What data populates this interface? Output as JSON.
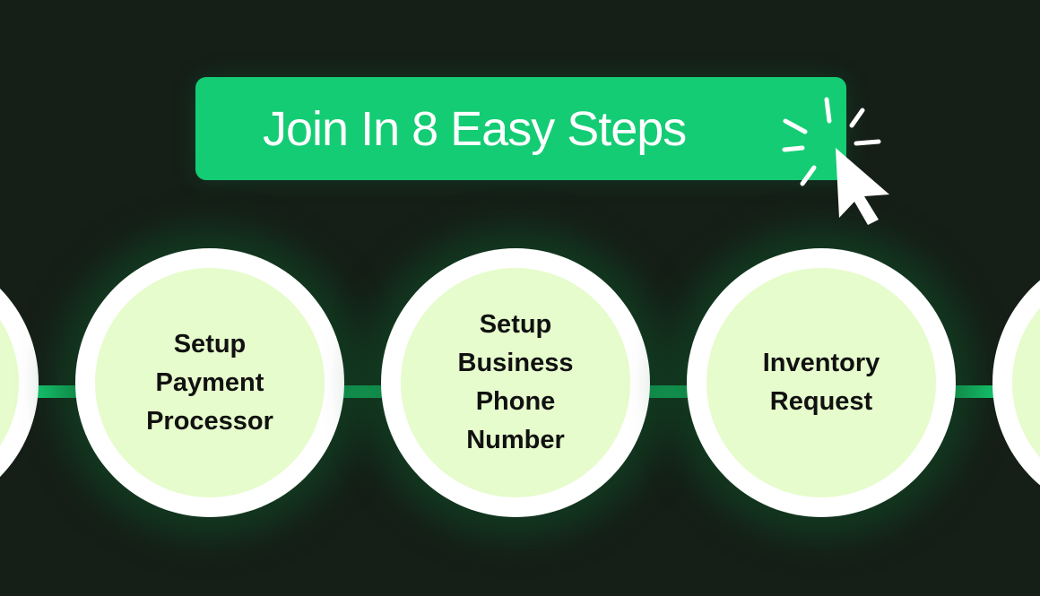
{
  "header": {
    "title": "Join In 8 Easy Steps"
  },
  "steps": [
    {
      "label": ""
    },
    {
      "label": "Setup Payment Processor"
    },
    {
      "label": "Setup Business Phone Number"
    },
    {
      "label": "Inventory Request"
    },
    {
      "label": ""
    }
  ],
  "colors": {
    "background": "#151e17",
    "accent": "#14cc74",
    "circle_fill": "#e6fccc",
    "ring": "#ffffff"
  }
}
